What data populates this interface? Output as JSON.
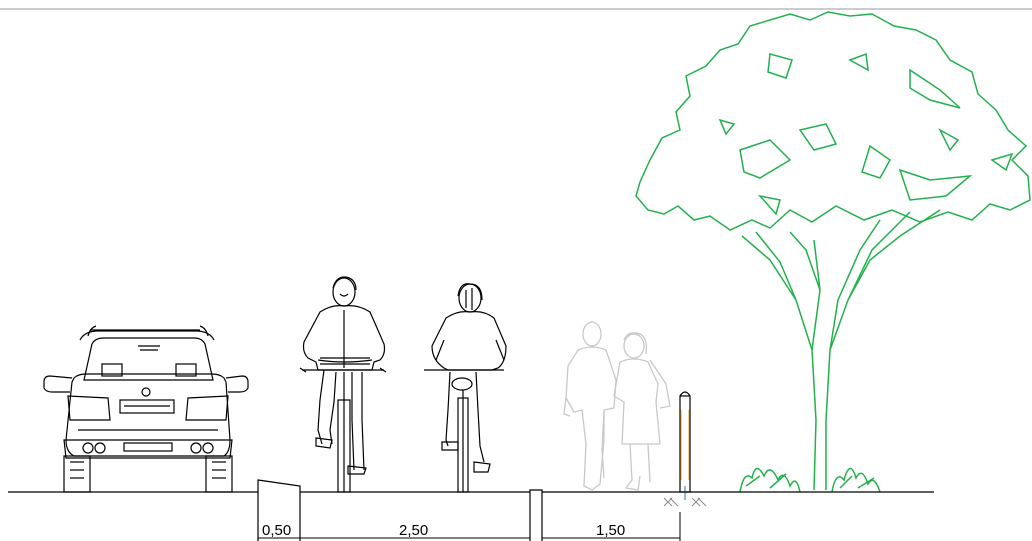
{
  "colors": {
    "background": "#ffffff",
    "linework": "#000000",
    "ghost_figures": "#c8c8c8",
    "tree": "#22b14c",
    "bollard_accent": "#e0a030"
  },
  "icons": [
    "car-icon",
    "cyclist-front-icon",
    "cyclist-back-icon",
    "pedestrian-couple-icon",
    "bollard-icon",
    "tree-icon"
  ],
  "dimensions": [
    {
      "label": "0,50"
    },
    {
      "label": "2,50"
    },
    {
      "label": "1,50"
    }
  ]
}
